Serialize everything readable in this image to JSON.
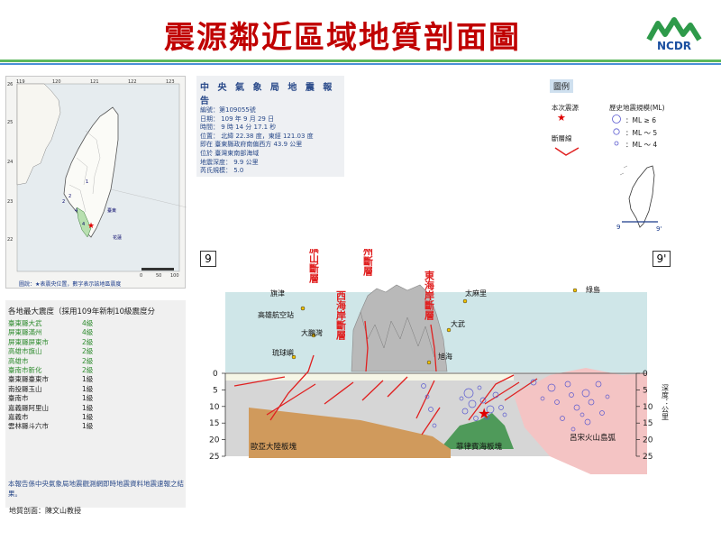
{
  "header": {
    "title": "震源鄰近區域地質剖面圖",
    "logo_text": "NCDR"
  },
  "map": {
    "lon_ticks": [
      "119",
      "120",
      "121",
      "122",
      "123"
    ],
    "lat_ticks": [
      "26",
      "25",
      "24",
      "23",
      "22"
    ],
    "caption": "圖說：★表震央位置，數字表示該地區震度",
    "scale": [
      "0",
      "50",
      "100"
    ],
    "labels": [
      "臺東",
      "花蓮"
    ]
  },
  "report": {
    "title": "中 央 氣 象 局 地 震 報 告",
    "lines": [
      "編號：第109055號",
      "日期： 109 年 9 月 29 日",
      "時間： 9 時 14 分 17.1 秒",
      "位置： 北緯 22.38 度，東經 121.03 度",
      "即在 臺東縣政府南偏西方 43.9 公里",
      "位於 臺灣東南部海域",
      "地震深度： 9.9 公里",
      "芮氏規模： 5.0"
    ]
  },
  "legend": {
    "header": "圖例",
    "epicenter_label": "本次震源",
    "fault_label": "斷層線",
    "history_label": "歷史地震規模(ML)",
    "mag_items": [
      "：ML ≥ 6",
      "：ML ～ 5",
      "：ML ～ 4"
    ],
    "profile_ends": [
      "9",
      "9'"
    ]
  },
  "intensity": {
    "header": "各地最大震度（採用109年新制10級震度分",
    "rows": [
      {
        "name": "臺東縣大武",
        "level": "4級",
        "color": "green"
      },
      {
        "name": "屏東縣滿州",
        "level": "4級",
        "color": "green"
      },
      {
        "name": "屏東縣屏東市",
        "level": "2級",
        "color": "green"
      },
      {
        "name": "高雄市旗山",
        "level": "2級",
        "color": "green"
      },
      {
        "name": "高雄市",
        "level": "2級",
        "color": "green"
      },
      {
        "name": "臺南市新化",
        "level": "2級",
        "color": "green"
      },
      {
        "name": "臺東縣臺東市",
        "level": "1級",
        "color": "black"
      },
      {
        "name": "南投縣玉山",
        "level": "1級",
        "color": "black"
      },
      {
        "name": "臺南市",
        "level": "1級",
        "color": "black"
      },
      {
        "name": "嘉義縣阿里山",
        "level": "1級",
        "color": "black"
      },
      {
        "name": "嘉義市",
        "level": "1級",
        "color": "black"
      },
      {
        "name": "雲林縣斗六市",
        "level": "1級",
        "color": "black"
      }
    ],
    "note": "本報告係中央氣象局地震觀測網即時地震資料地震速報之結果。"
  },
  "credit": "地質剖面：陳文山教授",
  "profile": {
    "left_label": "9",
    "right_label": "9'",
    "depth_ticks": [
      "0",
      "5",
      "10",
      "15",
      "20",
      "25"
    ],
    "depth_unit": "深度：公里",
    "faults": [
      "旗山斷層",
      "潮州斷層",
      "西海岸斷層",
      "東海岸斷層"
    ],
    "places": [
      "旗津",
      "高雄航空站",
      "大鵬灣",
      "琉球嶼",
      "太麻里",
      "大武",
      "旭海",
      "綠島"
    ],
    "plates": [
      "歐亞大陸板塊",
      "菲律賓海板塊",
      "呂宋火山島弧"
    ],
    "colors": {
      "sea": "#cfe6e8",
      "eurasia": "#d09a5c",
      "philippine": "#4f9a5a",
      "luzon": "#f4c4c4",
      "gray": "#d6d6d6",
      "fault": "#e02020",
      "title": "#c00000"
    }
  }
}
